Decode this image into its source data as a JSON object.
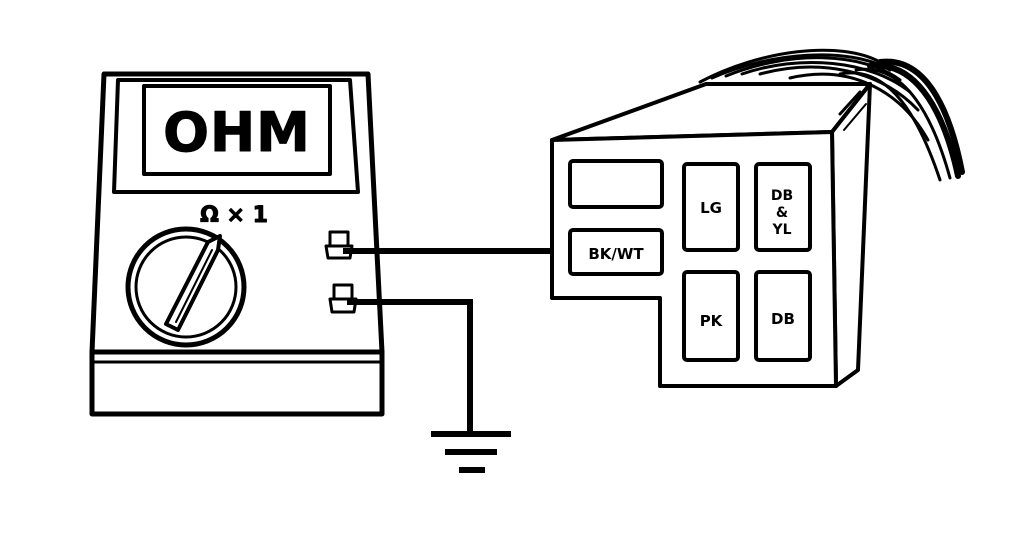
{
  "meter": {
    "display_text": "OHM",
    "range_label": "Ω × 1"
  },
  "connector": {
    "cavities": [
      {
        "id": "blank",
        "label": ""
      },
      {
        "id": "bkwt",
        "label": "BK/WT"
      },
      {
        "id": "lg",
        "label": "LG"
      },
      {
        "id": "dbyl",
        "label_lines": [
          "DB",
          "&",
          "YL"
        ]
      },
      {
        "id": "pk",
        "label": "PK"
      },
      {
        "id": "db",
        "label": "DB"
      }
    ]
  }
}
